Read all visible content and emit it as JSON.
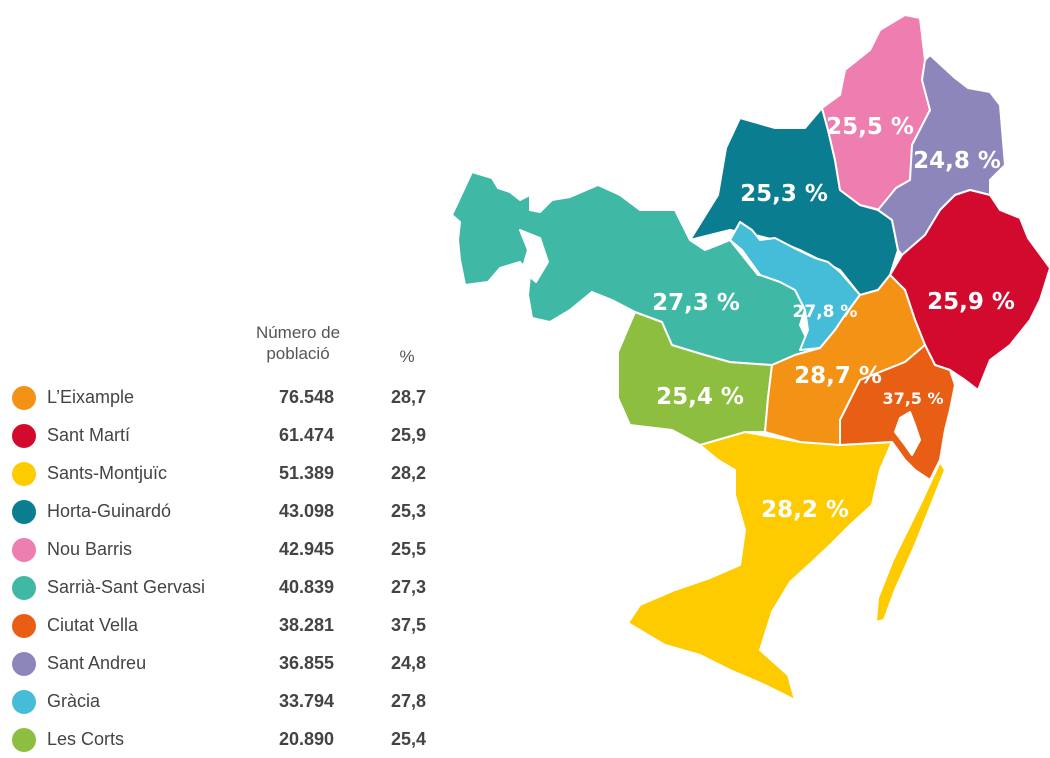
{
  "legend": {
    "header_population": "Número de població",
    "header_percent": "%",
    "rows": [
      {
        "name": "L’Eixample",
        "population": "76.548",
        "percent": "28,7",
        "color": "#f39215"
      },
      {
        "name": "Sant Martí",
        "population": "61.474",
        "percent": "25,9",
        "color": "#d20a2e"
      },
      {
        "name": "Sants-Montjuïc",
        "population": "51.389",
        "percent": "28,2",
        "color": "#fecb00"
      },
      {
        "name": "Horta-Guinardó",
        "population": "43.098",
        "percent": "25,3",
        "color": "#0b7d91"
      },
      {
        "name": "Nou Barris",
        "population": "42.945",
        "percent": "25,5",
        "color": "#ee7db0"
      },
      {
        "name": "Sarrià-Sant Gervasi",
        "population": "40.839",
        "percent": "27,3",
        "color": "#40b8a6"
      },
      {
        "name": "Ciutat Vella",
        "population": "38.281",
        "percent": "37,5",
        "color": "#e85e15"
      },
      {
        "name": "Sant Andreu",
        "population": "36.855",
        "percent": "24,8",
        "color": "#8c86bb"
      },
      {
        "name": "Gràcia",
        "population": "33.794",
        "percent": "27,8",
        "color": "#45bcd8"
      },
      {
        "name": "Les Corts",
        "population": "20.890",
        "percent": "25,4",
        "color": "#8dbe3f"
      }
    ]
  },
  "map_labels": {
    "nou_barris": "25,5 %",
    "sant_andreu": "24,8 %",
    "horta_guinardo": "25,3 %",
    "sarria": "27,3 %",
    "gracia": "27,8 %",
    "sant_marti": "25,9 %",
    "les_corts": "25,4 %",
    "eixample": "28,7 %",
    "ciutat_vella": "37,5 %",
    "sants": "28,2 %"
  }
}
